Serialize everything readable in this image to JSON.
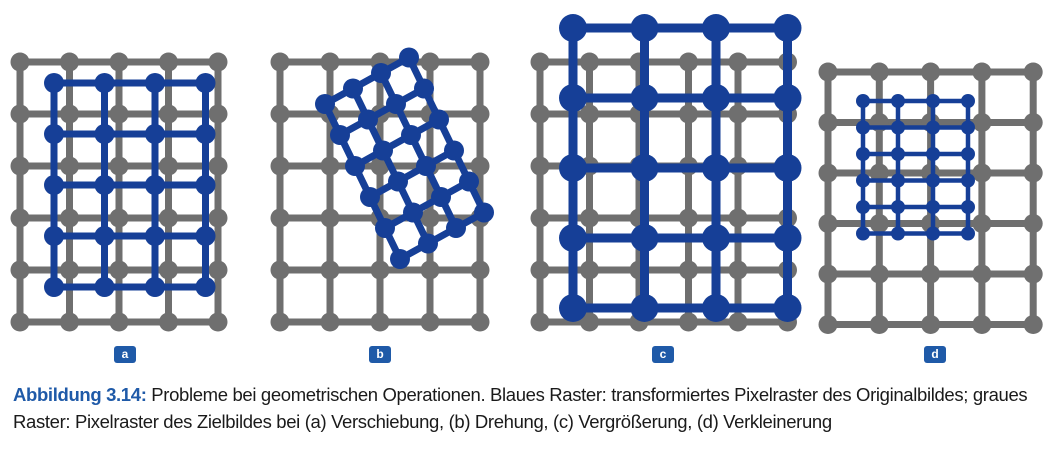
{
  "colors": {
    "grid": "#6f6f6f",
    "blue": "#163f97",
    "label_bg": "#1f5aa8",
    "caption_label": "#1f5aa8"
  },
  "panels": [
    {
      "id": "a",
      "label": "a",
      "transform": "Verschiebung"
    },
    {
      "id": "b",
      "label": "b",
      "transform": "Drehung"
    },
    {
      "id": "c",
      "label": "c",
      "transform": "Vergrößerung"
    },
    {
      "id": "d",
      "label": "d",
      "transform": "Verkleinerung"
    }
  ],
  "caption": {
    "label": "Abbildung 3.14:",
    "text": " Probleme bei geometrischen Operationen. Blaues Raster: transformiertes Pixelraster des Originalbildes; graues Raster: Pixelraster des Zielbildes bei (a) Verschiebung, (b) Drehung, (c) Vergrößerung, (d) Verkleinerung"
  }
}
